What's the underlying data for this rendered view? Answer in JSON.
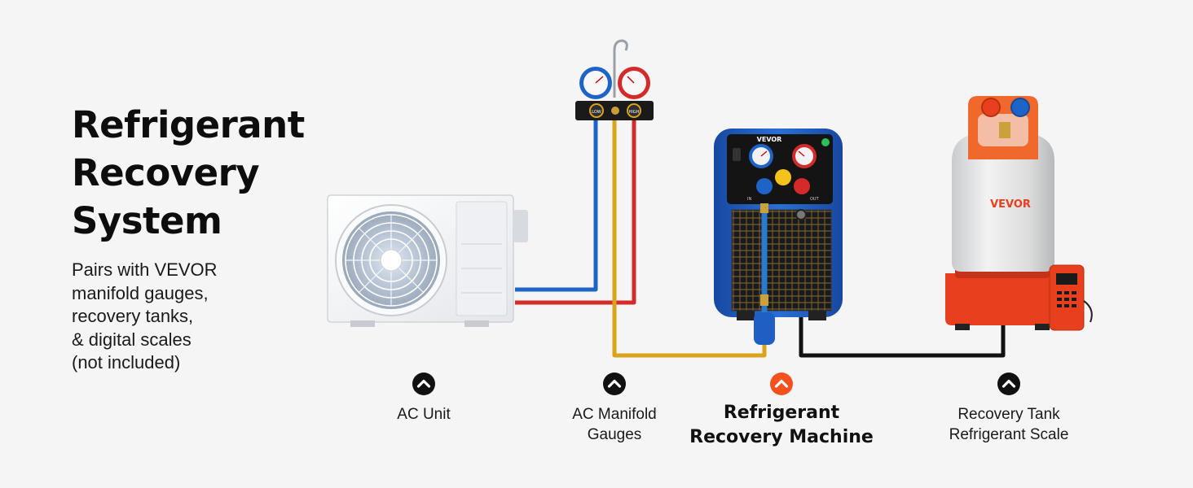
{
  "title_lines": [
    "Refrigerant",
    "Recovery",
    "System"
  ],
  "subtitle_lines": [
    "Pairs with VEVOR",
    "manifold gauges,",
    "recovery tanks,",
    "& digital scales",
    "(not included)"
  ],
  "brand_text": "VEVOR",
  "components": [
    {
      "id": "ac-unit",
      "label_lines": [
        "AC Unit"
      ],
      "highlight": false,
      "marker_color": "#111111",
      "icon": "chevron-up-icon"
    },
    {
      "id": "manifold-gauges",
      "label_lines": [
        "AC Manifold",
        "Gauges"
      ],
      "highlight": false,
      "marker_color": "#111111",
      "icon": "chevron-up-icon"
    },
    {
      "id": "recovery-machine",
      "label_lines": [
        "Refrigerant",
        "Recovery Machine"
      ],
      "highlight": true,
      "marker_color": "#f4511e",
      "icon": "chevron-up-icon"
    },
    {
      "id": "recovery-tank",
      "label_lines": [
        "Recovery Tank",
        "Refrigerant Scale"
      ],
      "highlight": false,
      "marker_color": "#111111",
      "icon": "chevron-up-icon"
    }
  ],
  "gauge_labels": {
    "low": "LOW",
    "high": "HIGH",
    "in": "IN",
    "out": "OUT"
  },
  "hose_colors": {
    "low_side": "#1e63c6",
    "high_side": "#d42a2a",
    "charging": "#d9a31c",
    "output": "#111111"
  },
  "colors": {
    "accent": "#f4511e",
    "machine_blue": "#1f5fc4",
    "scale_orange": "#e8401e",
    "background": "#f5f5f5"
  }
}
